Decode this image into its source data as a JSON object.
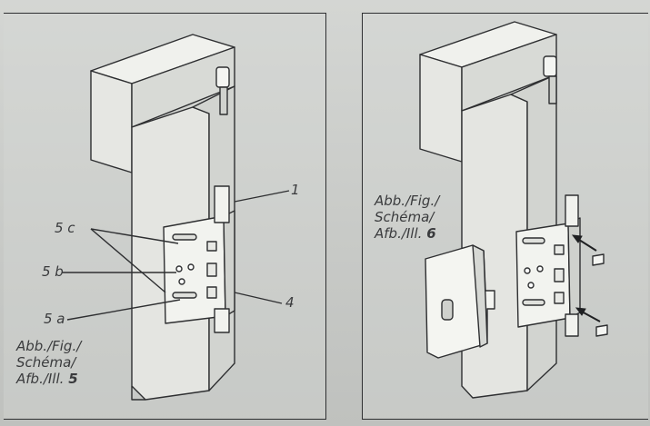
{
  "figure_left": {
    "callouts": {
      "c1": "1",
      "c4": "4",
      "c5c": "5 c",
      "c5b": "5 b",
      "c5a": "5 a"
    },
    "caption": {
      "line1": "Abb./Fig./",
      "line2": "Schéma/",
      "line3_prefix": "Afb./Ill.",
      "number": "5"
    }
  },
  "figure_right": {
    "caption": {
      "line1": "Abb./Fig./",
      "line2": "Schéma/",
      "line3_prefix": "Afb./Ill.",
      "number": "6"
    }
  },
  "colors": {
    "paper": "#c9cbc8",
    "ink": "#2e2f31",
    "frame_fill": "#e6e7e3",
    "shade": "#9c9e9b"
  }
}
